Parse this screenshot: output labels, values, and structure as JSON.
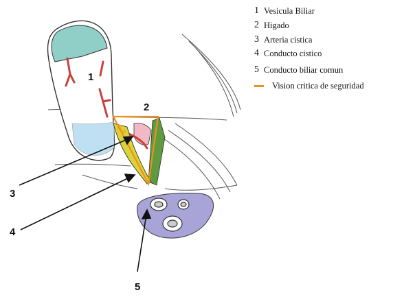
{
  "legend": {
    "items": [
      {
        "num": "1",
        "label": "Vesicula Biliar"
      },
      {
        "num": "2",
        "label": "Higado"
      },
      {
        "num": "3",
        "label": "Arteria cistica"
      },
      {
        "num": "4",
        "label": "Conducto cistico"
      },
      {
        "num": "5",
        "label": "Conducto biliar comun"
      }
    ],
    "critical_view": {
      "label": "Vision critica de seguridad",
      "color": "#f0901c"
    }
  },
  "diagram_labels": {
    "gallbladder": "1",
    "liver": "2",
    "artery": "3",
    "duct": "4",
    "common_duct": "5"
  },
  "colors": {
    "liver_teal": "#8fcfc8",
    "bile_blue": "#bfe0f2",
    "artery_red": "#c8413a",
    "duct_yellow": "#d9d43a",
    "green_tissue": "#5f9a3e",
    "pink_tissue": "#f2b9c4",
    "duodenum_lavender": "#a8a4d8"
  }
}
